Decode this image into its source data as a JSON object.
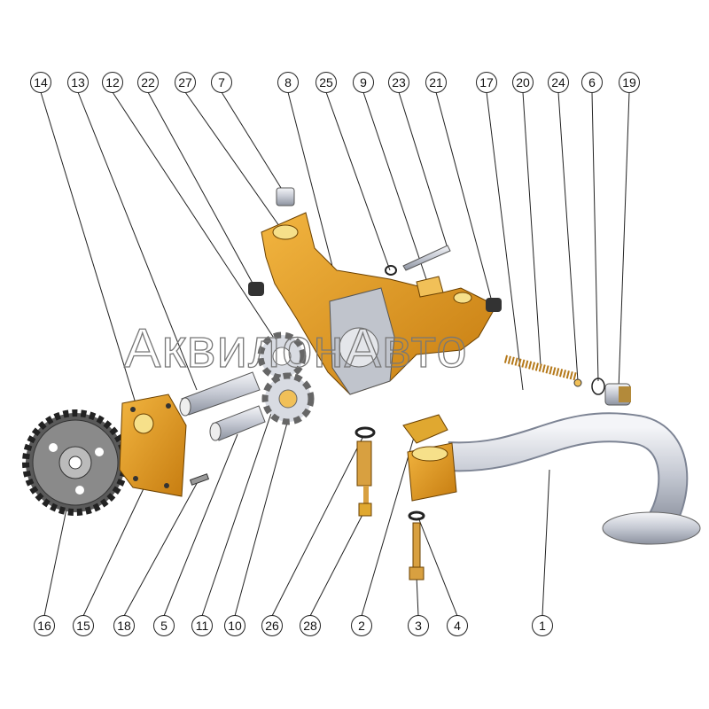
{
  "diagram": {
    "watermark": "АквилонАвто",
    "colors": {
      "part_orange": "#e09a1a",
      "steel": "#c8ccd4",
      "gear_dark": "#555555"
    },
    "callouts_top": [
      "14",
      "13",
      "12",
      "22",
      "27",
      "7",
      "8",
      "25",
      "9",
      "23",
      "21",
      "17",
      "20",
      "24",
      "6",
      "19"
    ],
    "callouts_bottom": [
      "16",
      "15",
      "18",
      "5",
      "11",
      "10",
      "26",
      "28",
      "2",
      "3",
      "4",
      "1"
    ]
  }
}
